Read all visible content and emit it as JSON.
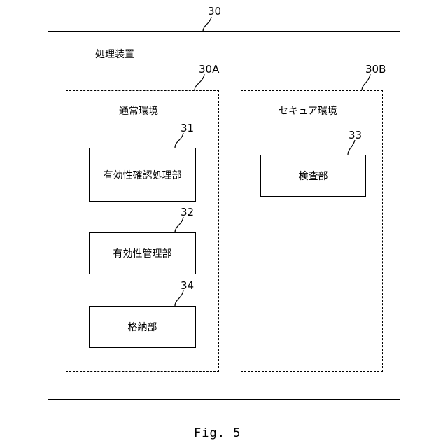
{
  "device": {
    "ref": "30",
    "title": "処理装置"
  },
  "normal_env": {
    "ref": "30A",
    "title": "通常環境",
    "units": [
      {
        "ref": "31",
        "label": "有効性確認処理部"
      },
      {
        "ref": "32",
        "label": "有効性管理部"
      },
      {
        "ref": "34",
        "label": "格納部"
      }
    ]
  },
  "secure_env": {
    "ref": "30B",
    "title": "セキュア環境",
    "units": [
      {
        "ref": "33",
        "label": "検査部"
      }
    ]
  },
  "figure_caption": "Fig. 5"
}
